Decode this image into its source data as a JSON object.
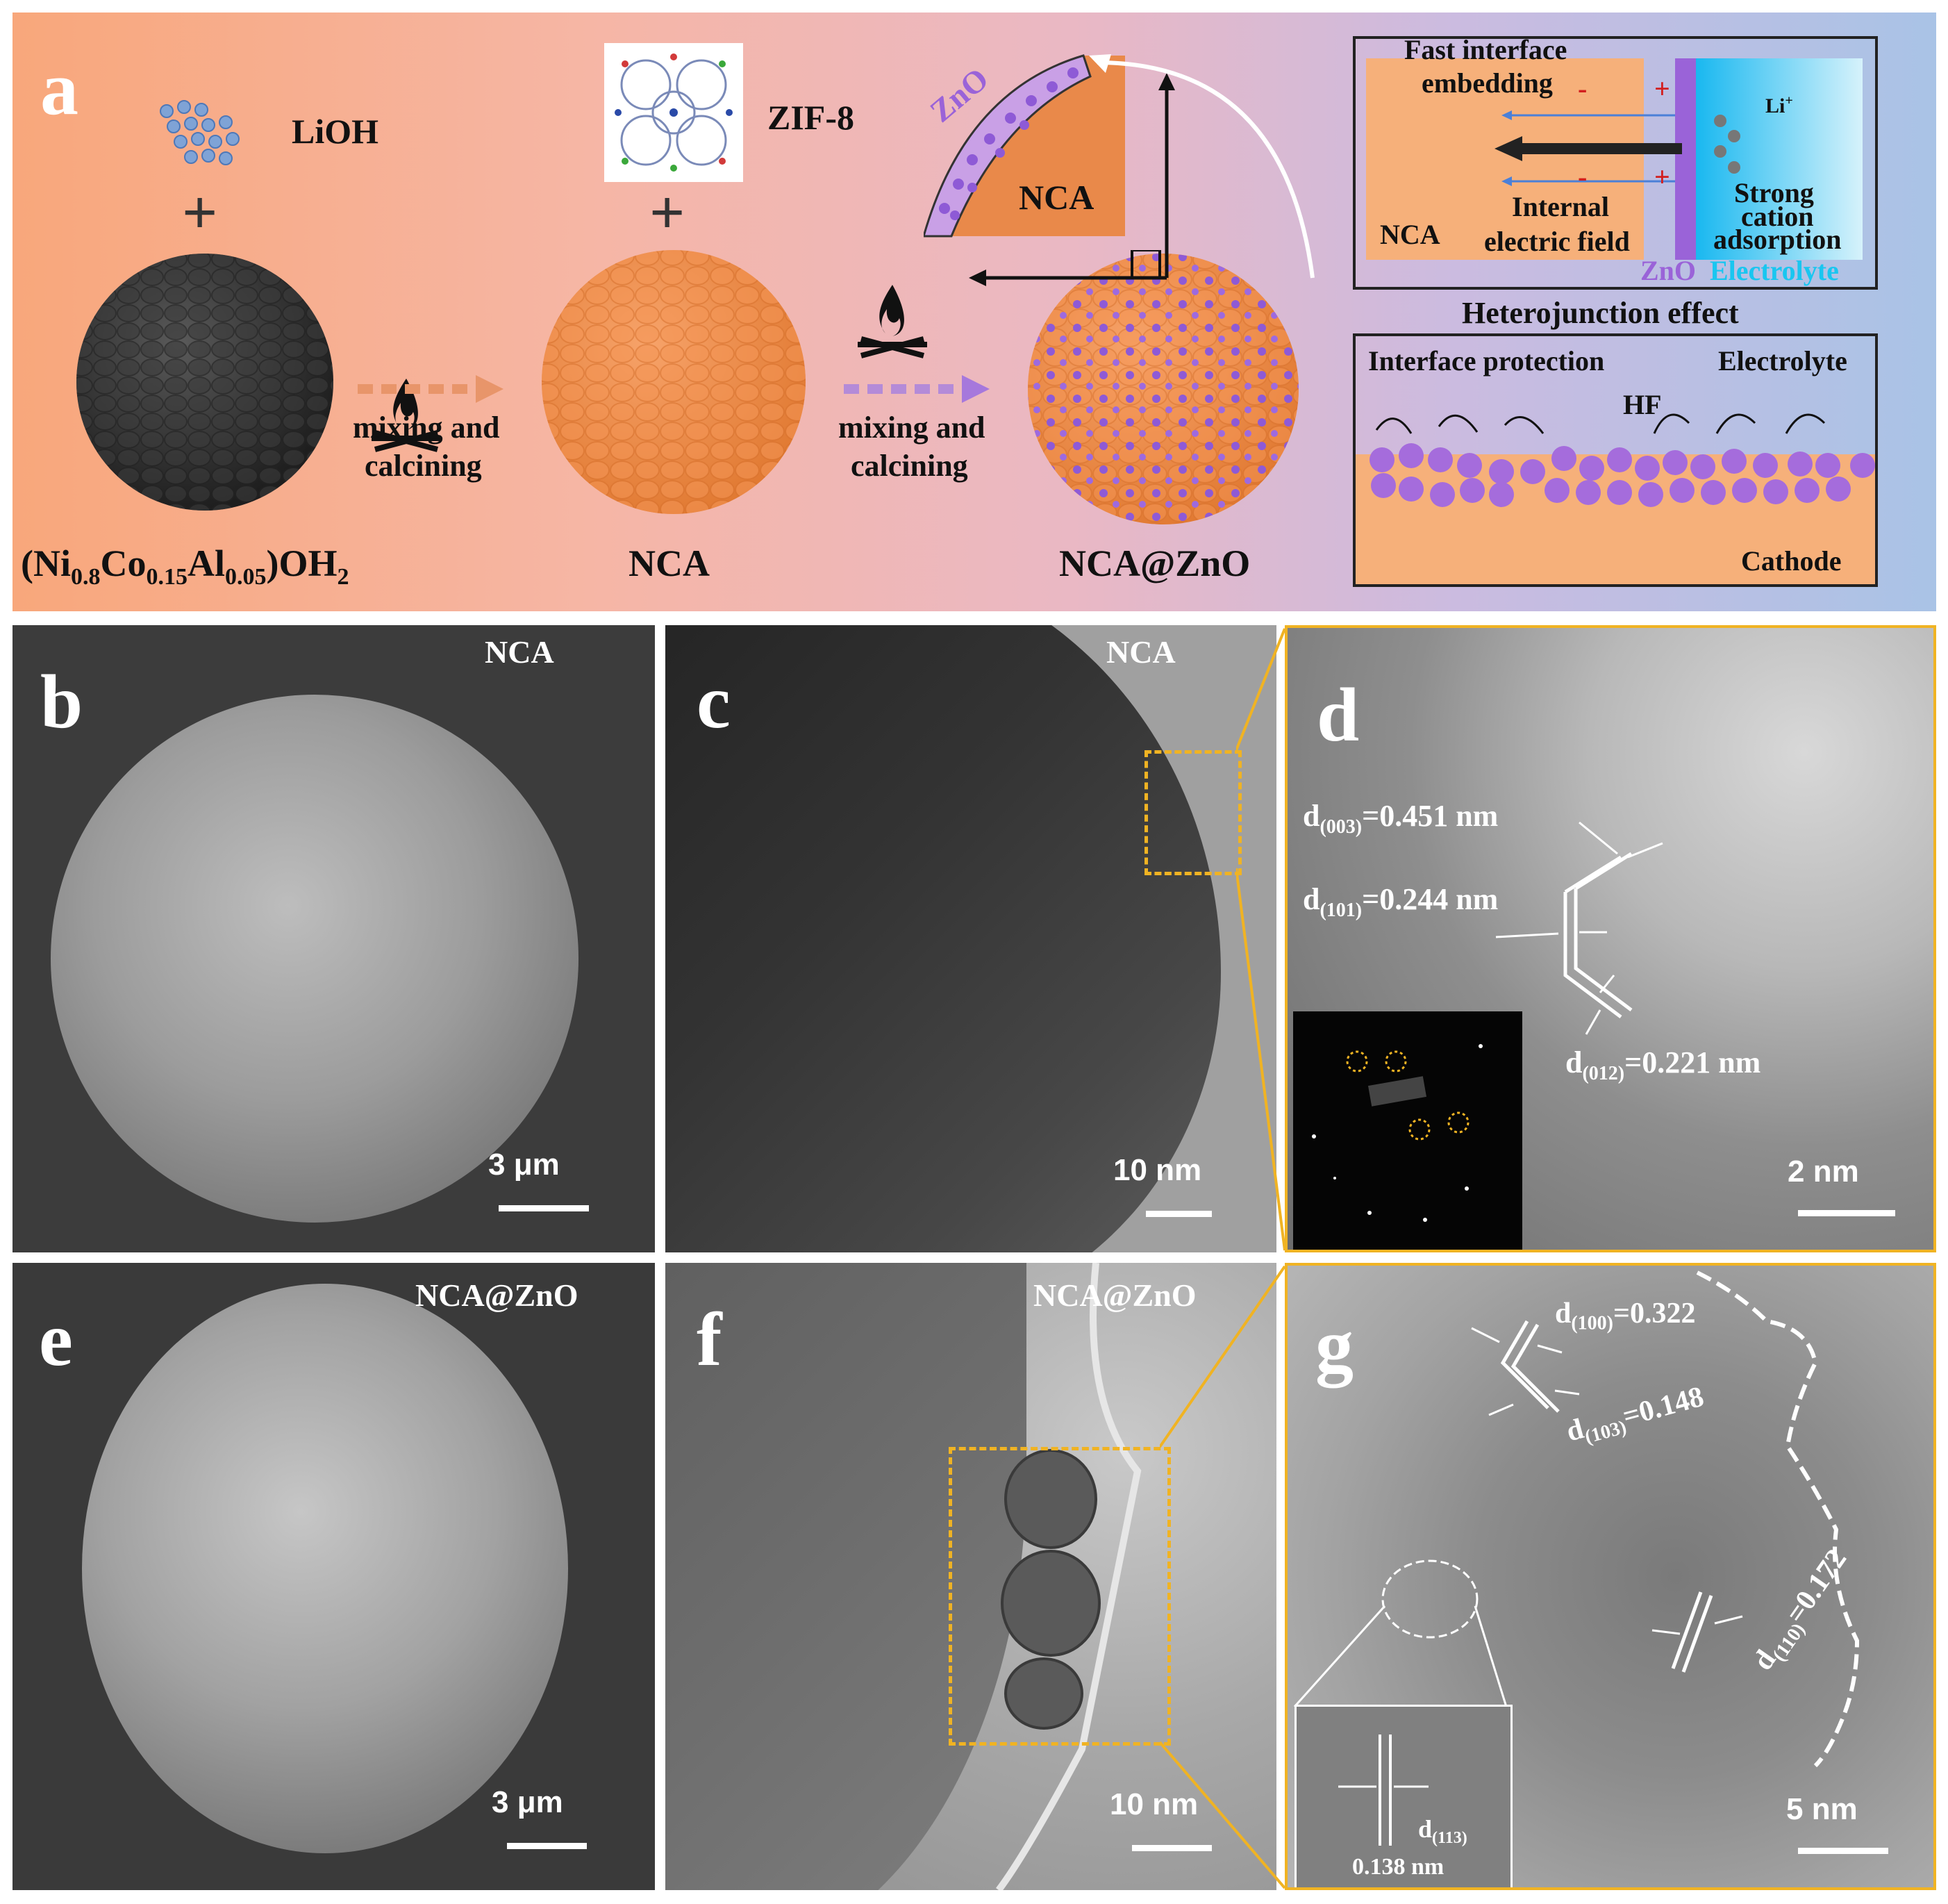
{
  "panel_a": {
    "letter": "a",
    "lioh": "LiOH",
    "zif8": "ZIF-8",
    "plus": "+",
    "precursor_label": {
      "prefix": "(Ni",
      "s1": "0.8",
      "co": "Co",
      "s2": "0.15",
      "al": "Al",
      "s3": "0.05",
      "suffix": ")OH",
      "s4": "2"
    },
    "nca_label": "NCA",
    "nca_zno_label": "NCA@ZnO",
    "step1": [
      "mixing and",
      "calcining"
    ],
    "step2": [
      "mixing and",
      "calcining"
    ],
    "zoom_zno": "ZnO",
    "zoom_nca": "NCA",
    "hetero_box": {
      "fast": "Fast interface",
      "embedding": "embedding",
      "li": "Li",
      "li_sup": "+",
      "internal": "Internal",
      "field": "electric field",
      "strong": "Strong",
      "cation": "cation",
      "adsorption": "adsorption",
      "nca": "NCA",
      "zno": "ZnO",
      "electrolyte": "Electrolyte",
      "minus": "-",
      "plus": "+"
    },
    "hetero_title": "Heterojunction effect",
    "protect_box": {
      "interface": "Interface protection",
      "electrolyte": "Electrolyte",
      "hf": "HF",
      "cathode": "Cathode"
    }
  },
  "panel_b": {
    "letter": "b",
    "label": "NCA",
    "scale": "3 μm"
  },
  "panel_c": {
    "letter": "c",
    "label": "NCA",
    "scale": "10 nm"
  },
  "panel_d": {
    "letter": "d",
    "d003": {
      "d": "d",
      "sub": "(003)",
      "val": "=0.451 nm"
    },
    "d101": {
      "d": "d",
      "sub": "(101)",
      "val": "=0.244 nm"
    },
    "d012": {
      "d": "d",
      "sub": "(012)",
      "val": "=0.221 nm"
    },
    "scale": "2 nm"
  },
  "panel_e": {
    "letter": "e",
    "label": "NCA@ZnO",
    "scale": "3 μm"
  },
  "panel_f": {
    "letter": "f",
    "label": "NCA@ZnO",
    "scale": "10 nm"
  },
  "panel_g": {
    "letter": "g",
    "d100": {
      "d": "d",
      "sub": "(100)",
      "val": "=0.322"
    },
    "d103": {
      "d": "d",
      "sub": "(103)",
      "val": "=0.148"
    },
    "d110": {
      "d": "d",
      "sub": "(110)",
      "val": "=0.172"
    },
    "d113": {
      "d": "d",
      "sub": "(113)"
    },
    "d113_val": "0.138 nm",
    "scale": "5 nm"
  },
  "colors": {
    "nca_orange": "#f08a4b",
    "zno_purple": "#9a63d8",
    "gold": "#f0b323",
    "electrolyte_cyan": "#19c6f0"
  }
}
